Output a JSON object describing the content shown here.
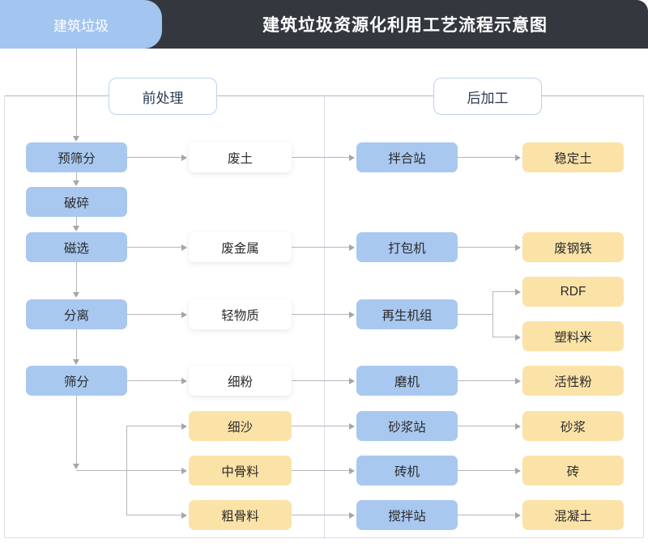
{
  "header": {
    "title": "建筑垃圾资源化利用工艺流程示意图",
    "source_tab": "建筑垃圾",
    "bar_color": "#33383F",
    "tab_color": "#A3C6F0"
  },
  "phases": {
    "pre": "前处理",
    "post": "后加工"
  },
  "colors": {
    "process_blue": "#A8C8F0",
    "intermediate_white": "#FFFFFF",
    "product_yellow": "#FBE2A7",
    "connector_gray": "#B6B6B6",
    "panel_border": "#DCDCEC"
  },
  "nodes": {
    "process_chain": [
      {
        "label": "预筛分"
      },
      {
        "label": "破碎"
      },
      {
        "label": "磁选"
      },
      {
        "label": "分离"
      },
      {
        "label": "筛分"
      }
    ],
    "intermediates": [
      {
        "label": "废土",
        "kind": "white"
      },
      {
        "label": "废金属",
        "kind": "white"
      },
      {
        "label": "轻物质",
        "kind": "white"
      },
      {
        "label": "细粉",
        "kind": "white"
      },
      {
        "label": "细沙",
        "kind": "yellow"
      },
      {
        "label": "中骨料",
        "kind": "yellow"
      },
      {
        "label": "粗骨料",
        "kind": "yellow"
      }
    ],
    "equipment": [
      {
        "label": "拌合站"
      },
      {
        "label": "打包机"
      },
      {
        "label": "再生机组"
      },
      {
        "label": "磨机"
      },
      {
        "label": "砂浆站"
      },
      {
        "label": "砖机"
      },
      {
        "label": "搅拌站"
      }
    ],
    "products": [
      {
        "label": "稳定土"
      },
      {
        "label": "废钢铁"
      },
      {
        "label": "RDF"
      },
      {
        "label": "塑料米"
      },
      {
        "label": "活性粉"
      },
      {
        "label": "砂浆"
      },
      {
        "label": "砖"
      },
      {
        "label": "混凝土"
      }
    ]
  },
  "flows": [
    {
      "from": "建筑垃圾",
      "to": "预筛分"
    },
    {
      "from": "预筛分",
      "to": "破碎"
    },
    {
      "from": "破碎",
      "to": "磁选"
    },
    {
      "from": "磁选",
      "to": "分离"
    },
    {
      "from": "分离",
      "to": "筛分"
    },
    {
      "from": "预筛分",
      "to": "废土"
    },
    {
      "from": "磁选",
      "to": "废金属"
    },
    {
      "from": "分离",
      "to": "轻物质"
    },
    {
      "from": "筛分",
      "to": "细粉"
    },
    {
      "from": "筛分",
      "to": "细沙"
    },
    {
      "from": "筛分",
      "to": "中骨料"
    },
    {
      "from": "筛分",
      "to": "粗骨料"
    },
    {
      "from": "废土",
      "to": "拌合站"
    },
    {
      "from": "废金属",
      "to": "打包机"
    },
    {
      "from": "轻物质",
      "to": "再生机组"
    },
    {
      "from": "细粉",
      "to": "磨机"
    },
    {
      "from": "细沙",
      "to": "砂浆站"
    },
    {
      "from": "中骨料",
      "to": "砖机"
    },
    {
      "from": "粗骨料",
      "to": "搅拌站"
    },
    {
      "from": "拌合站",
      "to": "稳定土"
    },
    {
      "from": "打包机",
      "to": "废钢铁"
    },
    {
      "from": "再生机组",
      "to": "RDF"
    },
    {
      "from": "再生机组",
      "to": "塑料米"
    },
    {
      "from": "磨机",
      "to": "活性粉"
    },
    {
      "from": "砂浆站",
      "to": "砂浆"
    },
    {
      "from": "砖机",
      "to": "砖"
    },
    {
      "from": "搅拌站",
      "to": "混凝土"
    }
  ]
}
